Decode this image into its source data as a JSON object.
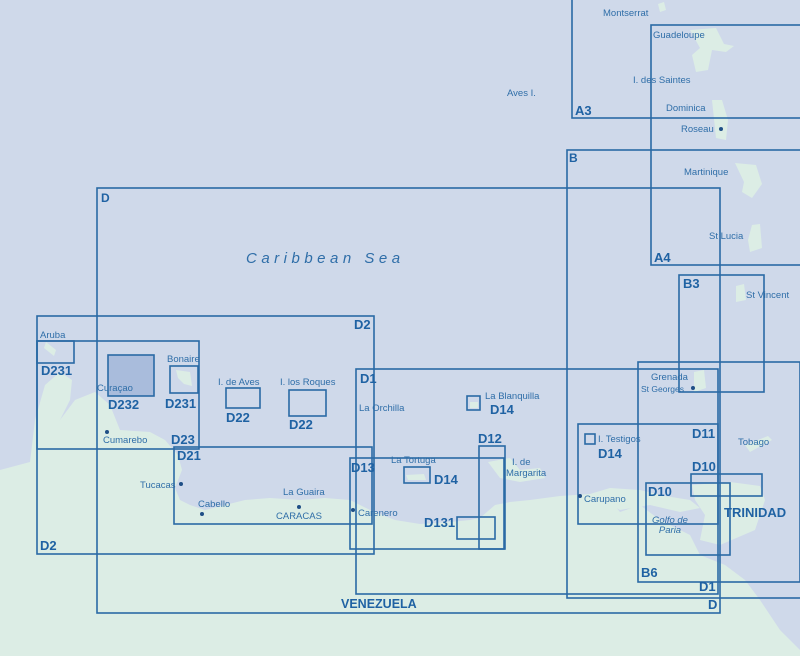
{
  "map": {
    "colors": {
      "sea": "#cfd9ea",
      "land": "#dcede5",
      "frame": "#2a6aa5",
      "text": "#2f6ea8"
    },
    "sea_name": "Caribbean Sea",
    "country_name": "VENEZUELA",
    "trinidad_name": "TRINIDAD",
    "gulf_name_line1": "Golfo de",
    "gulf_name_line2": "Paria",
    "places": {
      "montserrat": "Montserrat",
      "guadeloupe": "Guadeloupe",
      "saintes": "I. des Saintes",
      "dominica": "Dominica",
      "roseau": "Roseau",
      "aves": "Aves I.",
      "martinique": "Martinique",
      "st_lucia": "St Lucia",
      "st_vincent": "St Vincent",
      "grenada": "Grenada",
      "st_georges": "St Georges",
      "tobago": "Tobago",
      "testigos": "I. Testigos",
      "carupano": "Carupano",
      "blanquilla": "La Blanquilla",
      "margarita_1": "I. de",
      "margarita_2": "Margarita",
      "tortuga": "La Tortuga",
      "orchilla": "La Orchilla",
      "carenero": "Carenero",
      "la_guaira": "La Guaira",
      "caracas": "CARACAS",
      "cabello": "Cabello",
      "tucacas": "Tucacas",
      "cumarebo": "Cumarebo",
      "curacao": "Curaçao",
      "aruba": "Aruba",
      "bonaire": "Bonaire",
      "isla_aves": "I. de Aves",
      "los_roques": "I. los Roques"
    },
    "chart_codes": {
      "A3": "A3",
      "A4": "A4",
      "B": "B",
      "B3": "B3",
      "B6": "B6",
      "D": "D",
      "D1": "D1",
      "D2": "D2",
      "D10": "D10",
      "D11": "D11",
      "D12": "D12",
      "D13": "D13",
      "D14": "D14",
      "D21": "D21",
      "D22": "D22",
      "D23": "D23",
      "D131": "D131",
      "D231": "D231",
      "D232": "D232"
    }
  }
}
